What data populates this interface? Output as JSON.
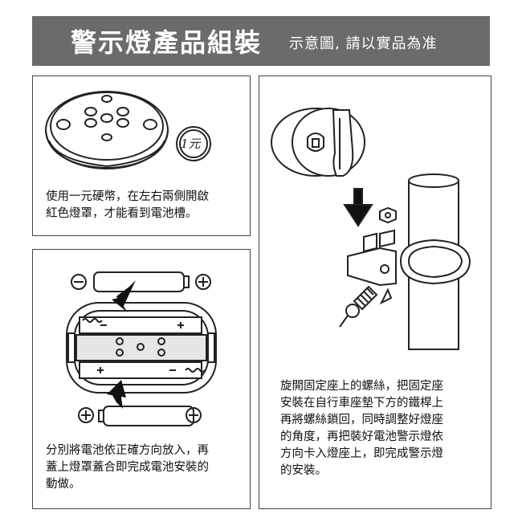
{
  "header": {
    "title": "警示燈產品組裝",
    "subtitle": "示意圖, 請以實品為准"
  },
  "step1": {
    "coin_label": "1元",
    "caption": "使用一元硬幣，在左右兩側開啟\n紅色燈罩，才能看到電池槽。"
  },
  "step2": {
    "caption": "分別將電池依正確方向放入，再\n蓋上燈罩蓋合即完成電池安裝的\n動做。"
  },
  "step3": {
    "caption": "旋開固定座上的螺絲，把固定座\n安裝在自行車座墊下方的鐵桿上\n再將螺絲鎖回，同時調整好燈座\n的角度，再把裝好電池警示燈依\n方向卡入燈座上，即完成警示燈\n的安裝。"
  },
  "colors": {
    "header_bg": "#6b6b6b",
    "line": "#222222"
  }
}
